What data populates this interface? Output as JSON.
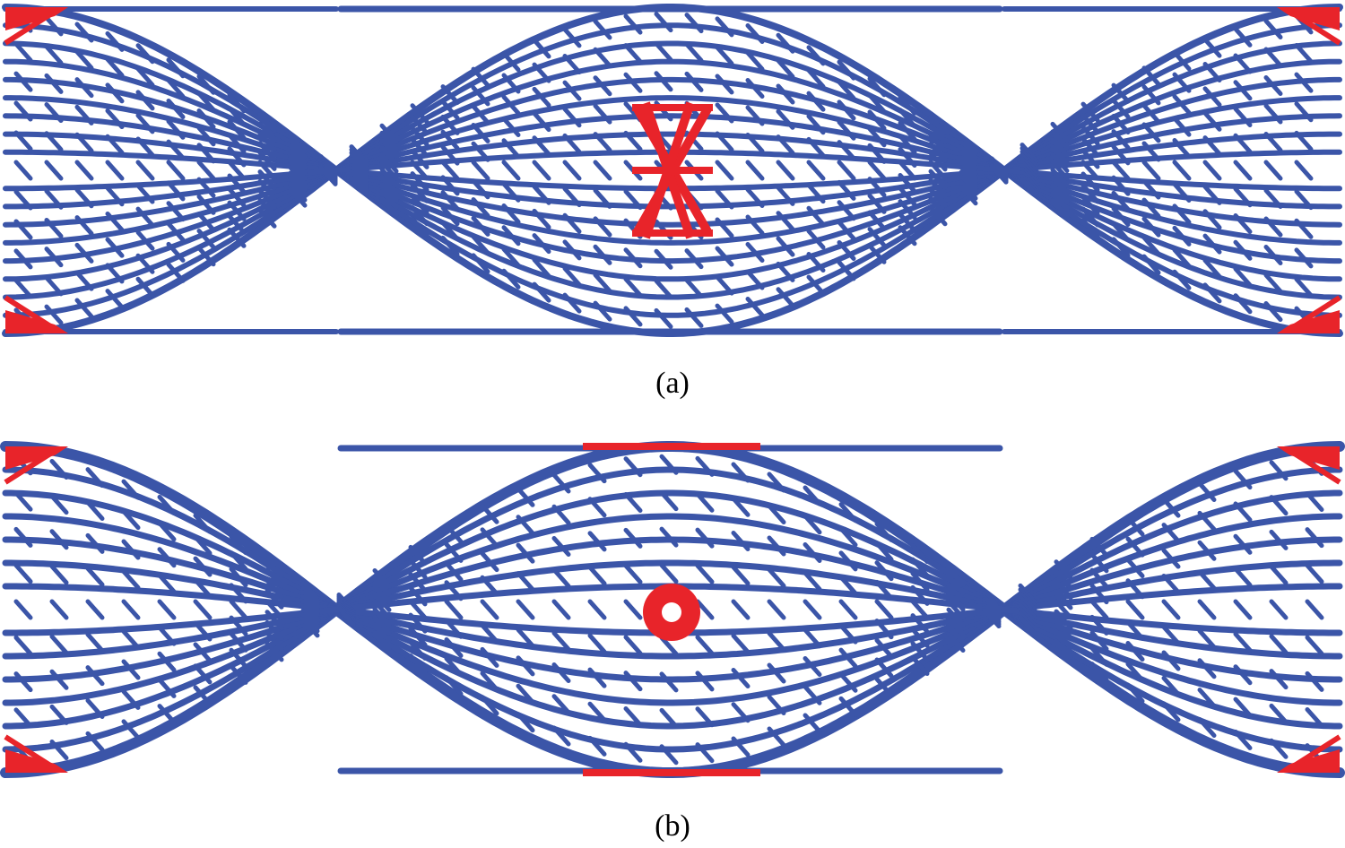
{
  "panels": [
    {
      "id": "a",
      "caption": "(a)",
      "variant": "dense-lattice"
    },
    {
      "id": "b",
      "caption": "(b)",
      "variant": "open-lattice"
    }
  ],
  "colors": {
    "structure": "#3b55a8",
    "boundary": "#e8242a",
    "background": "#ffffff"
  }
}
